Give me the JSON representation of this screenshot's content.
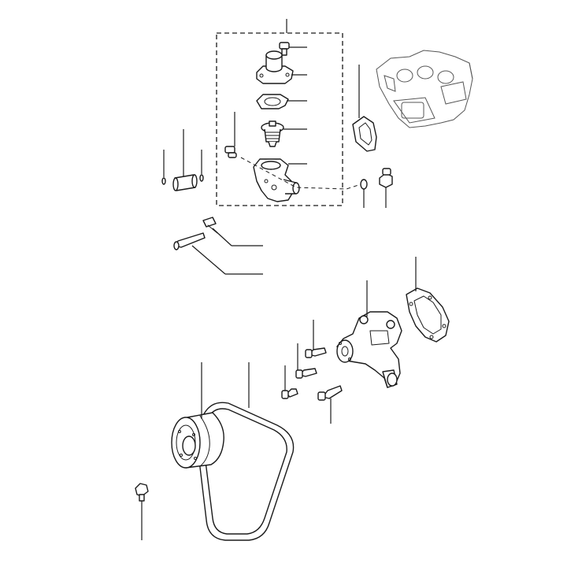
{
  "figure": {
    "kind": "exploded-parts-diagram",
    "callout_labels_printed": false,
    "colors": {
      "line": "#1a1a1a",
      "background": "#ffffff"
    }
  },
  "assemblies": {
    "thermostat_group": {
      "parts": [
        "cap-screw",
        "water-outlet-flange",
        "thermostat-gasket",
        "thermostat",
        "thermostat-housing",
        "bypass-fitting"
      ]
    },
    "water_pump_group": {
      "parts": [
        "water-pump",
        "water-pump-gasket",
        "pump-bolt-1",
        "pump-bolt-2",
        "pump-bolt-3",
        "pump-bolt-4"
      ]
    },
    "drive_group": {
      "parts": [
        "fan-pulley",
        "v-belt",
        "pulley-bolt"
      ]
    },
    "misc_parts": [
      "bypass-pipe",
      "o-ring-left",
      "o-ring-right",
      "housing-gasket",
      "temperature-sensor",
      "sensor-washer",
      "stud-short",
      "stud-long"
    ]
  }
}
